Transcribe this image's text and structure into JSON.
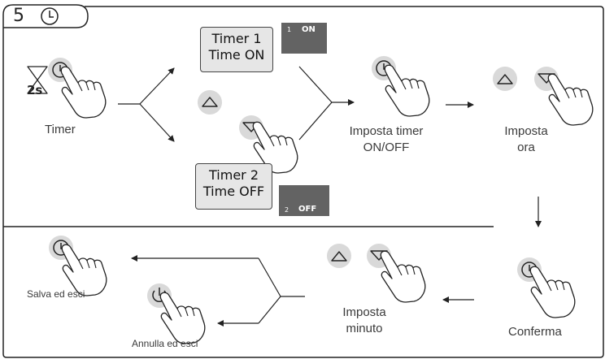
{
  "header": {
    "step_number": "5"
  },
  "hold_duration": "2s",
  "labels": {
    "timer": "Timer",
    "set_timer_line1": "Imposta timer",
    "set_timer_line2": "ON/OFF",
    "set_hour_line1": "Imposta",
    "set_hour_line2": "ora",
    "set_minute_line1": "Imposta",
    "set_minute_line2": "minuto",
    "confirm": "Conferma",
    "save_exit": "Salva ed esci",
    "cancel_exit": "Annulla ed esci"
  },
  "timer1": {
    "line1": "Timer 1",
    "line2": "Time ON",
    "screen_num": "1",
    "screen_state": "ON"
  },
  "timer2": {
    "line1": "Timer 2",
    "line2": "Time OFF",
    "screen_num": "2",
    "screen_state": "OFF"
  },
  "colors": {
    "line": "#222222",
    "button_bg": "#d9d9d9",
    "screen_bg": "#636363"
  },
  "icons": [
    "clock-icon",
    "hourglass-icon",
    "hand-pointer-icon",
    "up-arrow-icon",
    "down-arrow-icon",
    "power-icon"
  ]
}
